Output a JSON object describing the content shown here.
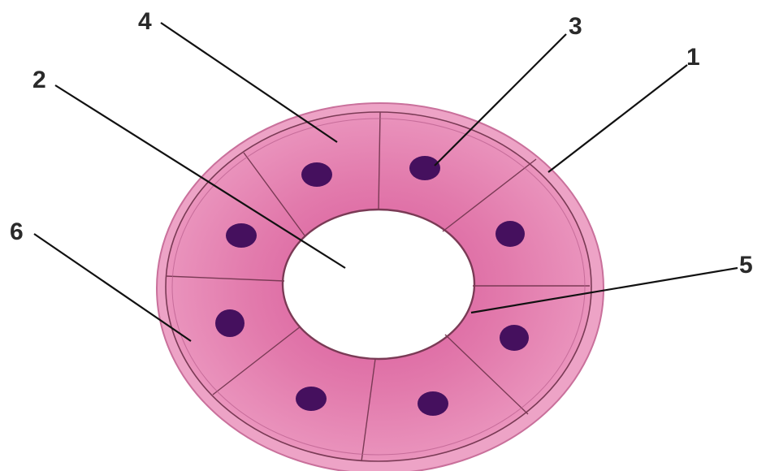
{
  "colors": {
    "background": "#ffffff",
    "outer_layer": "#ec9fc3",
    "cytoplasm": "#e67fae",
    "cytoplasm_dark": "#db5f98",
    "nucleus": "#45105e",
    "lumen": "#ffffff",
    "outline": "#7a3a55",
    "label_text": "#2a2a2a",
    "leader_line": "#111111"
  },
  "diagram": {
    "structure": "ring-of-cells-around-lumen",
    "cell_count": 8,
    "nucleus_count": 8,
    "callouts": [
      {
        "id": "callout-1",
        "number": "1"
      },
      {
        "id": "callout-2",
        "number": "2"
      },
      {
        "id": "callout-3",
        "number": "3"
      },
      {
        "id": "callout-4",
        "number": "4"
      },
      {
        "id": "callout-5",
        "number": "5"
      },
      {
        "id": "callout-6",
        "number": "6"
      }
    ]
  }
}
